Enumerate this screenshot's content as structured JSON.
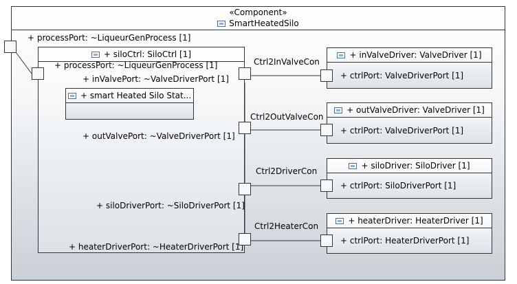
{
  "component": {
    "stereotype": "«Component»",
    "name": "SmartHeatedSilo",
    "process_port": "+ processPort: ~LiqueurGenProcess [1]"
  },
  "silo_ctrl": {
    "name": "+ siloCtrl: SiloCtrl [1]",
    "process_port": "+ processPort: ~LiqueurGenProcess [1]",
    "in_valve_port": "+ inValvePort: ~ValveDriverPort [1]",
    "out_valve_port": "+ outValvePort: ~ValveDriverPort [1]",
    "silo_driver_port": "+ siloDriverPort: ~SiloDriverPort [1]",
    "heater_driver_port": "+ heaterDriverPort: ~HeaterDriverPort [1]",
    "state_machine": "+ smart Heated Silo Stat..."
  },
  "connectors": {
    "in_valve": "Ctrl2InValveCon",
    "out_valve": "Ctrl2OutValveCon",
    "silo_driver": "Ctrl2DriverCon",
    "heater": "Ctrl2HeaterCon"
  },
  "drivers": {
    "in_valve": {
      "name": "+ inValveDriver: ValveDriver [1]",
      "port": "+ ctrlPort: ValveDriverPort [1]"
    },
    "out_valve": {
      "name": "+ outValveDriver: ValveDriver [1]",
      "port": "+ ctrlPort: ValveDriverPort [1]"
    },
    "silo": {
      "name": "+ siloDriver: SiloDriver [1]",
      "port": "+ ctrlPort: SiloDriverPort [1]"
    },
    "heater": {
      "name": "+ heaterDriver: HeaterDriver [1]",
      "port": "+ ctrlPort: HeaterDriverPort [1]"
    }
  },
  "icons": {
    "part": "component-icon"
  }
}
